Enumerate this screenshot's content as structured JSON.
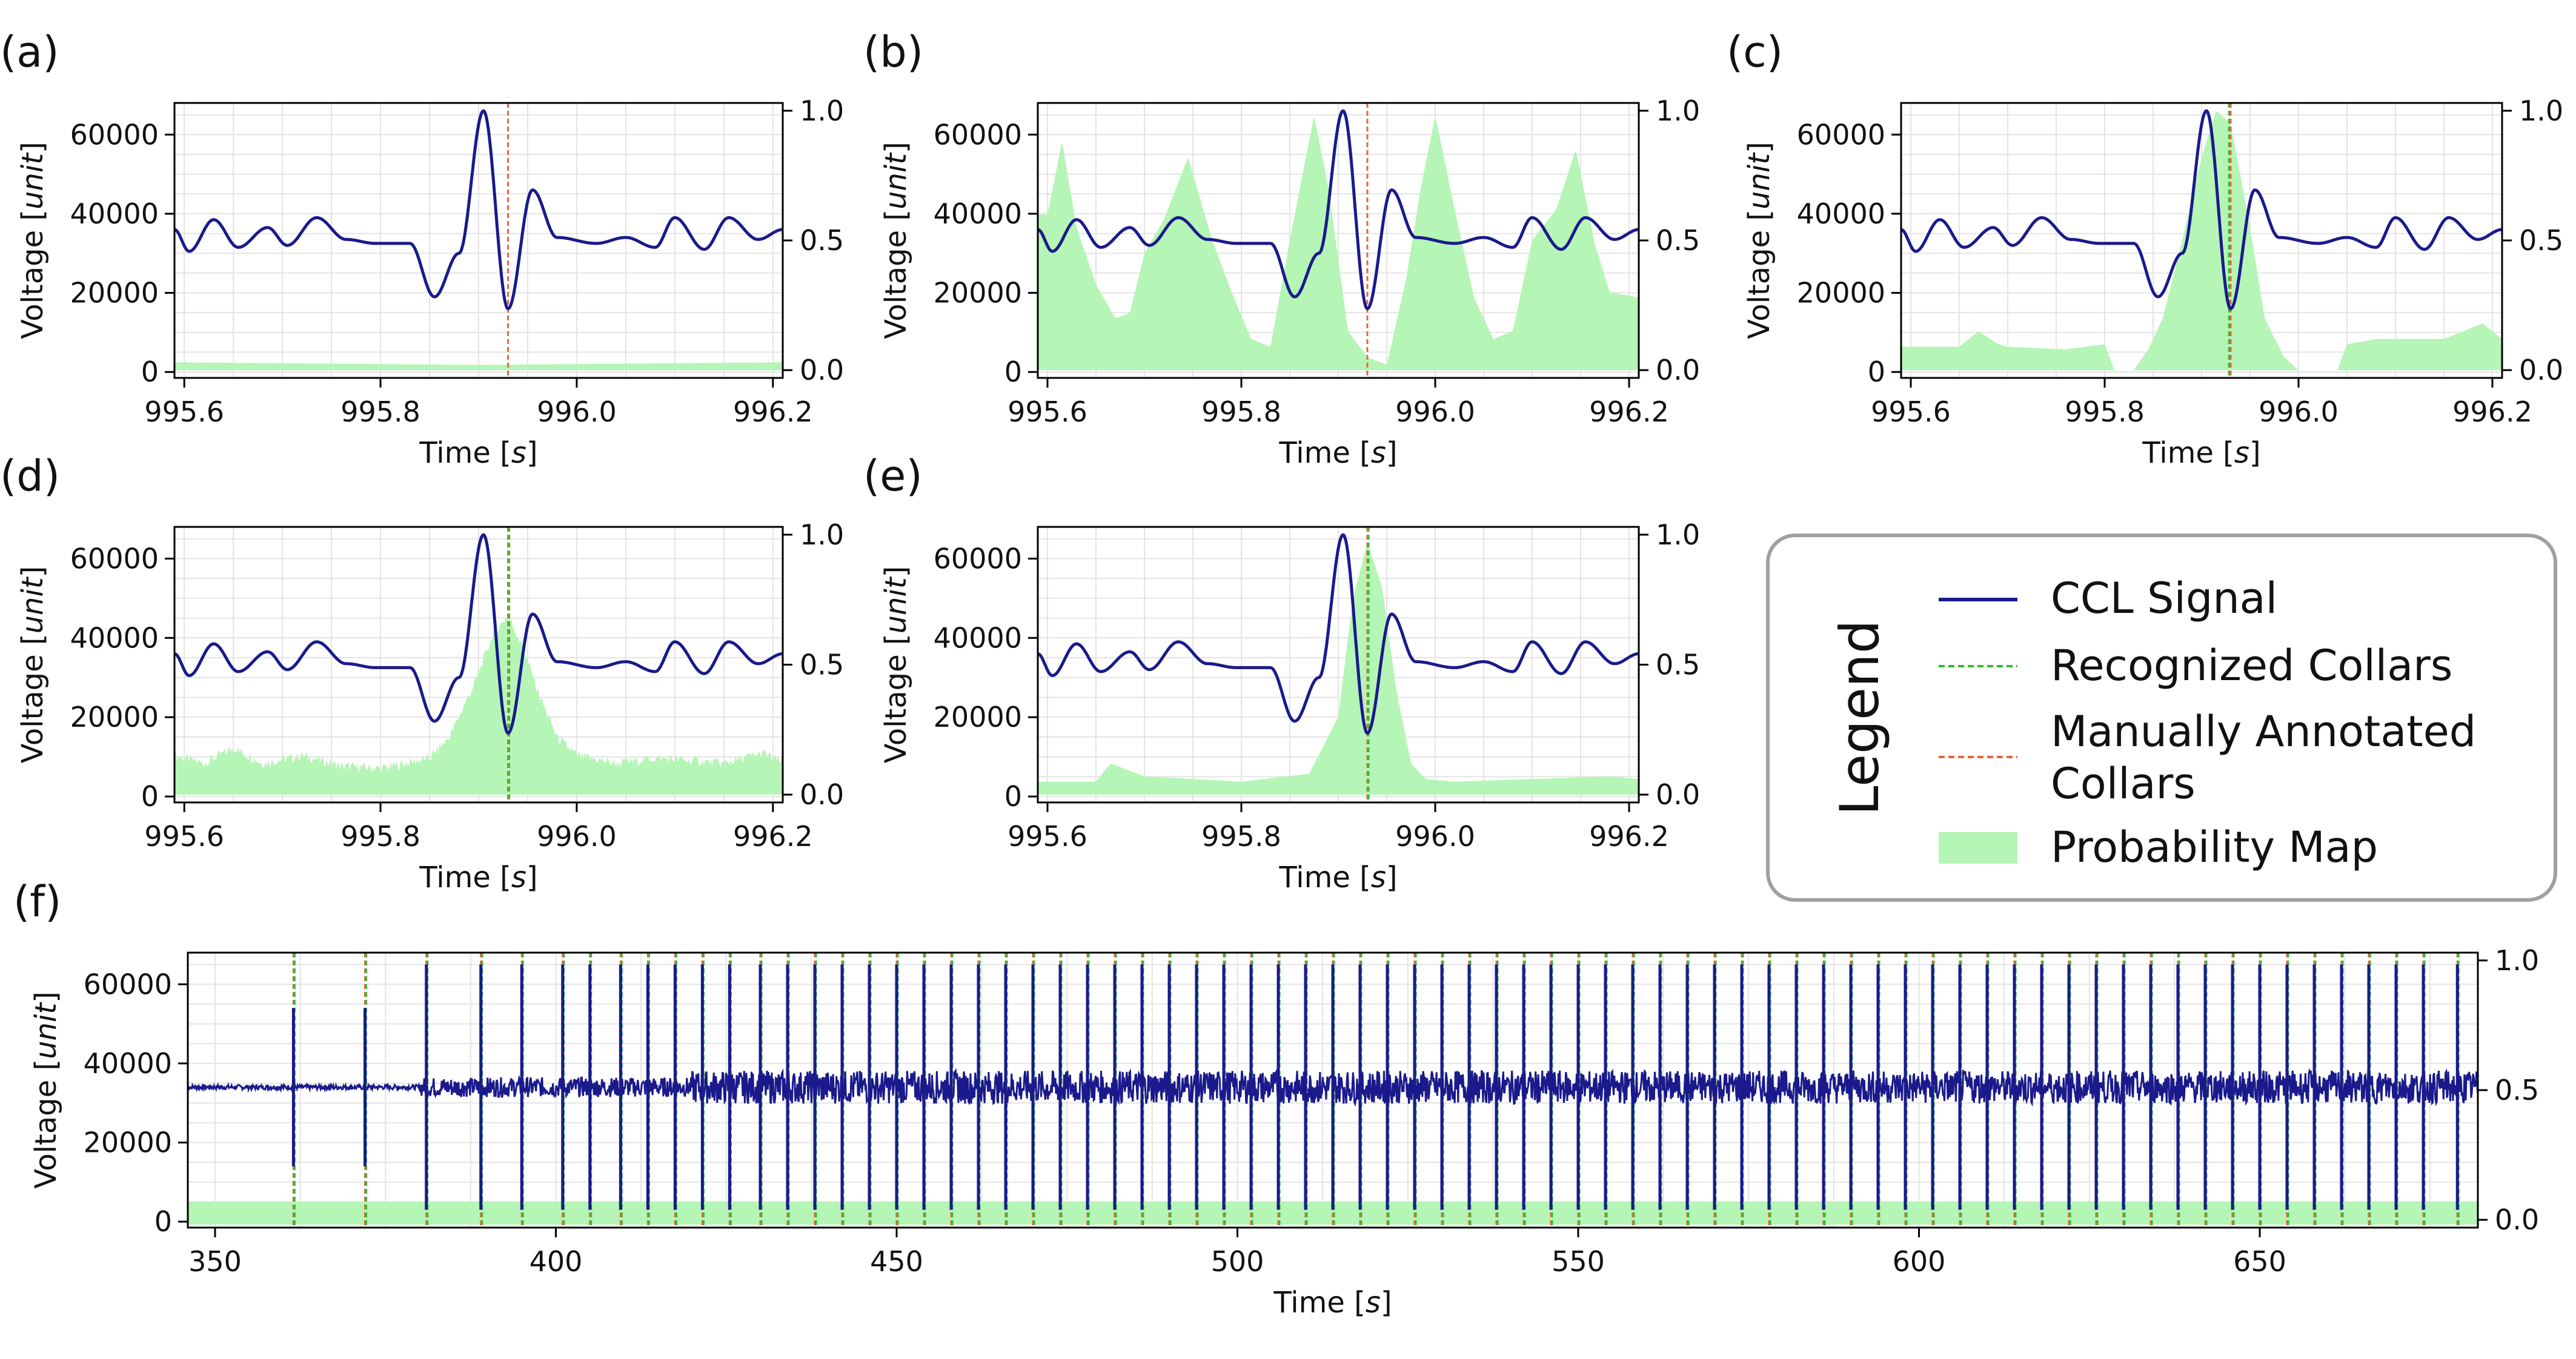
{
  "colors": {
    "signal": "#1a1a8c",
    "recognized": "#33bb33",
    "manual": "#e8643c",
    "probability": "#b5f5b5",
    "grid": "#e4e4e4",
    "legend_border": "#a0a0a0"
  },
  "legend": {
    "title": "Legend",
    "items": [
      {
        "label": "CCL Signal",
        "kind": "line"
      },
      {
        "label": "Recognized Collars",
        "kind": "dash-green"
      },
      {
        "label": "Manually Annotated Collars",
        "kind": "dash-red"
      },
      {
        "label": "Probability Map",
        "kind": "patch"
      }
    ]
  },
  "chart_data": [
    {
      "panel": "(a)",
      "type": "line",
      "xlabel_main": "Time [",
      "xlabel_unit": "s",
      "xlabel_end": "]",
      "ylabel_main": "Voltage [",
      "ylabel_unit": "unit",
      "ylabel_end": "]",
      "xlim": [
        995.59,
        996.21
      ],
      "ylim": [
        -1500,
        68000
      ],
      "y2lim": [
        -0.03,
        1.03
      ],
      "xticks": [
        "995.6",
        "995.8",
        "996.0",
        "996.2"
      ],
      "yticks": [
        "0",
        "20000",
        "40000",
        "60000"
      ],
      "y2ticks": [
        "0.0",
        "0.5",
        "1.0"
      ],
      "signal": {
        "x": [
          995.59,
          995.605,
          995.63,
          995.655,
          995.685,
          995.705,
          995.735,
          995.765,
          995.795,
          995.83,
          995.855,
          995.88,
          995.905,
          995.93,
          995.955,
          995.98,
          996.02,
          996.05,
          996.08,
          996.1,
          996.13,
          996.155,
          996.185,
          996.21
        ],
        "y": [
          36000,
          30500,
          38500,
          31500,
          36500,
          32000,
          39000,
          33500,
          32500,
          32500,
          19000,
          30000,
          66000,
          16000,
          46000,
          34000,
          32500,
          34000,
          31500,
          39000,
          31000,
          39000,
          33500,
          36000
        ]
      },
      "probability": {
        "x": [
          995.59,
          995.9,
          996.21
        ],
        "y": [
          0.03,
          0.02,
          0.03
        ]
      },
      "manual": [
        995.93
      ],
      "recognized": []
    },
    {
      "panel": "(b)",
      "type": "line",
      "xlabel_main": "Time [",
      "xlabel_unit": "s",
      "xlabel_end": "]",
      "ylabel_main": "Voltage [",
      "ylabel_unit": "unit",
      "ylabel_end": "]",
      "xlim": [
        995.59,
        996.21
      ],
      "ylim": [
        -1500,
        68000
      ],
      "y2lim": [
        -0.03,
        1.03
      ],
      "xticks": [
        "995.6",
        "995.8",
        "996.0",
        "996.2"
      ],
      "yticks": [
        "0",
        "20000",
        "40000",
        "60000"
      ],
      "y2ticks": [
        "0.0",
        "0.5",
        "1.0"
      ],
      "signal": {
        "x": [
          995.59,
          995.605,
          995.63,
          995.655,
          995.685,
          995.705,
          995.735,
          995.765,
          995.795,
          995.83,
          995.855,
          995.88,
          995.905,
          995.93,
          995.955,
          995.98,
          996.02,
          996.05,
          996.08,
          996.1,
          996.13,
          996.155,
          996.185,
          996.21
        ],
        "y": [
          36000,
          30500,
          38500,
          31500,
          36500,
          32000,
          39000,
          33500,
          32500,
          32500,
          19000,
          30000,
          66000,
          16000,
          46000,
          34000,
          32500,
          34000,
          31500,
          39000,
          31000,
          39000,
          33500,
          36000
        ]
      },
      "probability": {
        "x": [
          995.59,
          995.6,
          995.615,
          995.63,
          995.65,
          995.67,
          995.685,
          995.7,
          995.72,
          995.745,
          995.77,
          995.79,
          995.81,
          995.83,
          995.85,
          995.875,
          995.89,
          995.91,
          995.93,
          995.95,
          995.97,
          995.985,
          996.0,
          996.02,
          996.04,
          996.06,
          996.08,
          996.1,
          996.125,
          996.145,
          996.165,
          996.18,
          996.21
        ],
        "y": [
          0.6,
          0.6,
          0.88,
          0.55,
          0.33,
          0.2,
          0.22,
          0.45,
          0.58,
          0.82,
          0.5,
          0.3,
          0.12,
          0.09,
          0.5,
          0.98,
          0.7,
          0.15,
          0.05,
          0.02,
          0.35,
          0.7,
          0.98,
          0.62,
          0.28,
          0.12,
          0.15,
          0.5,
          0.62,
          0.85,
          0.48,
          0.3,
          0.28
        ]
      },
      "manual": [
        995.93
      ],
      "recognized": []
    },
    {
      "panel": "(c)",
      "type": "line",
      "xlabel_main": "Time [",
      "xlabel_unit": "s",
      "xlabel_end": "]",
      "ylabel_main": "Voltage [",
      "ylabel_unit": "unit",
      "ylabel_end": "]",
      "xlim": [
        995.59,
        996.21
      ],
      "ylim": [
        -1500,
        68000
      ],
      "y2lim": [
        -0.03,
        1.03
      ],
      "xticks": [
        "995.6",
        "995.8",
        "996.0",
        "996.2"
      ],
      "yticks": [
        "0",
        "20000",
        "40000",
        "60000"
      ],
      "y2ticks": [
        "0.0",
        "0.5",
        "1.0"
      ],
      "signal": {
        "x": [
          995.59,
          995.605,
          995.63,
          995.655,
          995.685,
          995.705,
          995.735,
          995.765,
          995.795,
          995.83,
          995.855,
          995.88,
          995.905,
          995.93,
          995.955,
          995.98,
          996.02,
          996.05,
          996.08,
          996.1,
          996.13,
          996.155,
          996.185,
          996.21
        ],
        "y": [
          36000,
          30500,
          38500,
          31500,
          36500,
          32000,
          39000,
          33500,
          32500,
          32500,
          19000,
          30000,
          66000,
          16000,
          46000,
          34000,
          32500,
          34000,
          31500,
          39000,
          31000,
          39000,
          33500,
          36000
        ]
      },
      "probability": {
        "x": [
          995.59,
          995.65,
          995.67,
          995.69,
          995.7,
          995.76,
          995.8,
          995.81,
          995.83,
          995.845,
          995.86,
          995.88,
          995.9,
          995.915,
          995.93,
          995.95,
          995.965,
          995.985,
          996.0,
          996.04,
          996.05,
          996.08,
          996.15,
          996.19,
          996.21
        ],
        "y": [
          0.09,
          0.09,
          0.15,
          0.1,
          0.09,
          0.08,
          0.1,
          0.0,
          0.0,
          0.08,
          0.2,
          0.5,
          0.82,
          1.0,
          0.95,
          0.55,
          0.2,
          0.05,
          0.0,
          0.0,
          0.1,
          0.12,
          0.12,
          0.18,
          0.12
        ]
      },
      "manual": [
        995.93
      ],
      "recognized": [
        995.927
      ]
    },
    {
      "panel": "(d)",
      "type": "line",
      "xlabel_main": "Time [",
      "xlabel_unit": "s",
      "xlabel_end": "]",
      "ylabel_main": "Voltage [",
      "ylabel_unit": "unit",
      "ylabel_end": "]",
      "xlim": [
        995.59,
        996.21
      ],
      "ylim": [
        -1500,
        68000
      ],
      "y2lim": [
        -0.03,
        1.03
      ],
      "xticks": [
        "995.6",
        "995.8",
        "996.0",
        "996.2"
      ],
      "yticks": [
        "0",
        "20000",
        "40000",
        "60000"
      ],
      "y2ticks": [
        "0.0",
        "0.5",
        "1.0"
      ],
      "signal": {
        "x": [
          995.59,
          995.605,
          995.63,
          995.655,
          995.685,
          995.705,
          995.735,
          995.765,
          995.795,
          995.83,
          995.855,
          995.88,
          995.905,
          995.93,
          995.955,
          995.98,
          996.02,
          996.05,
          996.08,
          996.1,
          996.13,
          996.155,
          996.185,
          996.21
        ],
        "y": [
          36000,
          30500,
          38500,
          31500,
          36500,
          32000,
          39000,
          33500,
          32500,
          32500,
          19000,
          30000,
          66000,
          16000,
          46000,
          34000,
          32500,
          34000,
          31500,
          39000,
          31000,
          39000,
          33500,
          36000
        ]
      },
      "probability": {
        "x": [
          995.59,
          995.62,
          995.65,
          995.68,
          995.72,
          995.76,
          995.8,
          995.85,
          995.87,
          995.895,
          995.915,
          995.93,
          995.945,
          995.96,
          995.98,
          996.0,
          996.04,
          996.08,
          996.12,
          996.15,
          996.19,
          996.21
        ],
        "y": [
          0.13,
          0.1,
          0.16,
          0.1,
          0.13,
          0.09,
          0.08,
          0.12,
          0.2,
          0.4,
          0.6,
          0.67,
          0.55,
          0.38,
          0.2,
          0.13,
          0.1,
          0.12,
          0.11,
          0.1,
          0.14,
          0.1
        ]
      },
      "manual": [
        995.93
      ],
      "recognized": [
        995.93
      ]
    },
    {
      "panel": "(e)",
      "type": "line",
      "xlabel_main": "Time [",
      "xlabel_unit": "s",
      "xlabel_end": "]",
      "ylabel_main": "Voltage [",
      "ylabel_unit": "unit",
      "ylabel_end": "]",
      "xlim": [
        995.59,
        996.21
      ],
      "ylim": [
        -1500,
        68000
      ],
      "y2lim": [
        -0.03,
        1.03
      ],
      "xticks": [
        "995.6",
        "995.8",
        "996.0",
        "996.2"
      ],
      "yticks": [
        "0",
        "20000",
        "40000",
        "60000"
      ],
      "y2ticks": [
        "0.0",
        "0.5",
        "1.0"
      ],
      "signal": {
        "x": [
          995.59,
          995.605,
          995.63,
          995.655,
          995.685,
          995.705,
          995.735,
          995.765,
          995.795,
          995.83,
          995.855,
          995.88,
          995.905,
          995.93,
          995.955,
          995.98,
          996.02,
          996.05,
          996.08,
          996.1,
          996.13,
          996.155,
          996.185,
          996.21
        ],
        "y": [
          36000,
          30500,
          38500,
          31500,
          36500,
          32000,
          39000,
          33500,
          32500,
          32500,
          19000,
          30000,
          66000,
          16000,
          46000,
          34000,
          32500,
          34000,
          31500,
          39000,
          31000,
          39000,
          33500,
          36000
        ]
      },
      "probability": {
        "x": [
          995.59,
          995.65,
          995.665,
          995.7,
          995.8,
          995.87,
          995.9,
          995.915,
          995.93,
          995.945,
          995.96,
          995.975,
          995.99,
          996.02,
          996.1,
          996.18,
          996.21
        ],
        "y": [
          0.05,
          0.05,
          0.12,
          0.07,
          0.05,
          0.08,
          0.3,
          0.75,
          0.97,
          0.8,
          0.4,
          0.12,
          0.06,
          0.05,
          0.06,
          0.07,
          0.06
        ]
      },
      "manual": [
        995.93
      ],
      "recognized": [
        995.93
      ]
    },
    {
      "panel": "(f)",
      "type": "line",
      "xlabel_main": "Time [",
      "xlabel_unit": "s",
      "xlabel_end": "]",
      "ylabel_main": "Voltage [",
      "ylabel_unit": "unit",
      "ylabel_end": "]",
      "xlim": [
        346,
        682
      ],
      "ylim": [
        -1500,
        68000
      ],
      "y2lim": [
        -0.03,
        1.03
      ],
      "xticks": [
        "350",
        "400",
        "450",
        "500",
        "550",
        "600",
        "650"
      ],
      "yticks": [
        "0",
        "20000",
        "40000",
        "60000"
      ],
      "y2ticks": [
        "0.0",
        "0.5",
        "1.0"
      ],
      "baseline": 34000,
      "collars": [
        361.5,
        372,
        381,
        389,
        395,
        401,
        405,
        409.5,
        413.5,
        417.5,
        421.5,
        425.5,
        430,
        434,
        438,
        442,
        446,
        450,
        454,
        458,
        462,
        466,
        470,
        474,
        478,
        482,
        486,
        490,
        494,
        498,
        502,
        506,
        510,
        514,
        518,
        522,
        526,
        530,
        534,
        538,
        542,
        546,
        550,
        554,
        558,
        562,
        566,
        570,
        574,
        578,
        582,
        586,
        590,
        594,
        598,
        602,
        606,
        610,
        614,
        618,
        622,
        626,
        630,
        634,
        638,
        642,
        646,
        650,
        654,
        658,
        662,
        666,
        670,
        674,
        679
      ],
      "manual": [
        361.5,
        372,
        381,
        389,
        395,
        401,
        405,
        409.5,
        413.5,
        417.5,
        421.5,
        425.5,
        430,
        434,
        438,
        442,
        446,
        450,
        454,
        458,
        462,
        466,
        470,
        474,
        478,
        482,
        486,
        490,
        494,
        498,
        502,
        506,
        510,
        514,
        518,
        522,
        526,
        530,
        534,
        538,
        542,
        546,
        550,
        554,
        558,
        562,
        566,
        570,
        574,
        578,
        582,
        586,
        590,
        594,
        598,
        602,
        606,
        610,
        614,
        618,
        622,
        626,
        630,
        634,
        638,
        642,
        646,
        650,
        654,
        658,
        662,
        666,
        670,
        674,
        679
      ],
      "recognized": [
        361.5,
        372,
        381,
        389,
        395,
        401,
        405,
        409.5,
        413.5,
        417.5,
        421.5,
        425.5,
        430,
        434,
        438,
        442,
        446,
        450,
        454,
        458,
        462,
        466,
        470,
        474,
        478,
        482,
        486,
        490,
        494,
        498,
        502,
        506,
        510,
        514,
        518,
        522,
        526,
        530,
        534,
        538,
        542,
        546,
        550,
        554,
        558,
        562,
        566,
        570,
        574,
        578,
        582,
        586,
        590,
        594,
        598,
        602,
        606,
        610,
        614,
        618,
        622,
        626,
        630,
        634,
        638,
        642,
        646,
        650,
        654,
        658,
        662,
        666,
        670,
        674,
        679
      ],
      "probability_level": 0.07
    }
  ]
}
